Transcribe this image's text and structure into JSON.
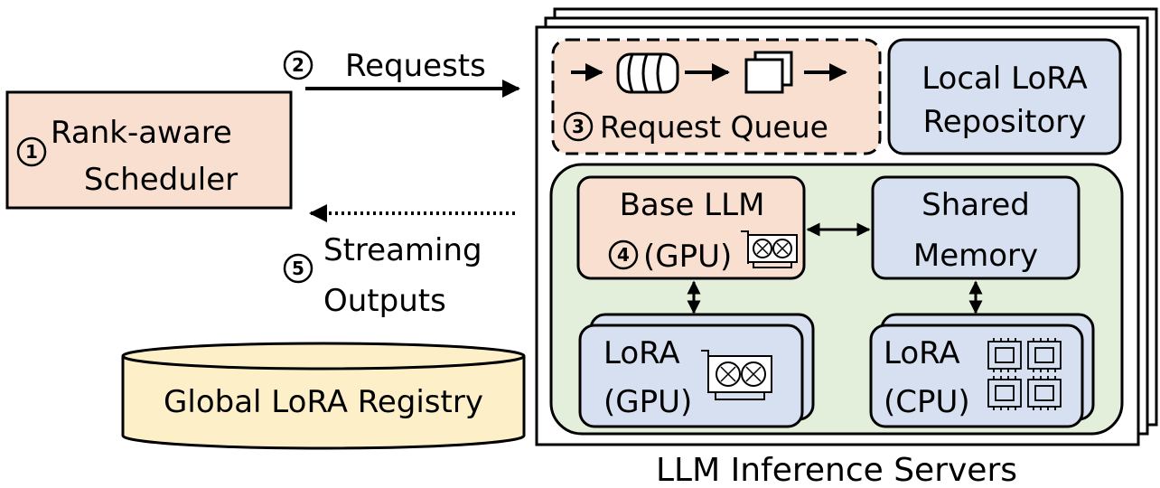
{
  "colors": {
    "peach": "#f8dfd0",
    "blue": "#d6e0f0",
    "green": "#e3eedb",
    "yellow": "#fdf0c8",
    "stroke": "#000000"
  },
  "scheduler": {
    "step": "1",
    "line1": "Rank-aware",
    "line2": "Scheduler"
  },
  "requests": {
    "step": "2",
    "label": "Requests"
  },
  "queue": {
    "step": "3",
    "label": "Request Queue"
  },
  "local_repo": {
    "line1": "Local LoRA",
    "line2": "Repository"
  },
  "base_llm": {
    "step": "4",
    "line1": "Base LLM",
    "line2": "(GPU)"
  },
  "shared_memory": {
    "line1": "Shared",
    "line2": "Memory"
  },
  "lora_gpu": {
    "line1": "LoRA",
    "line2": "(GPU)"
  },
  "lora_cpu": {
    "line1": "LoRA",
    "line2": "(CPU)"
  },
  "streaming": {
    "step": "5",
    "line1": "Streaming",
    "line2": "Outputs"
  },
  "registry": {
    "label": "Global LoRA Registry"
  },
  "servers": {
    "label": "LLM Inference Servers"
  },
  "icons": [
    "gpu-card-icon",
    "cpu-chip-icon",
    "queue-cylinder-icon",
    "queue-stack-icon"
  ]
}
